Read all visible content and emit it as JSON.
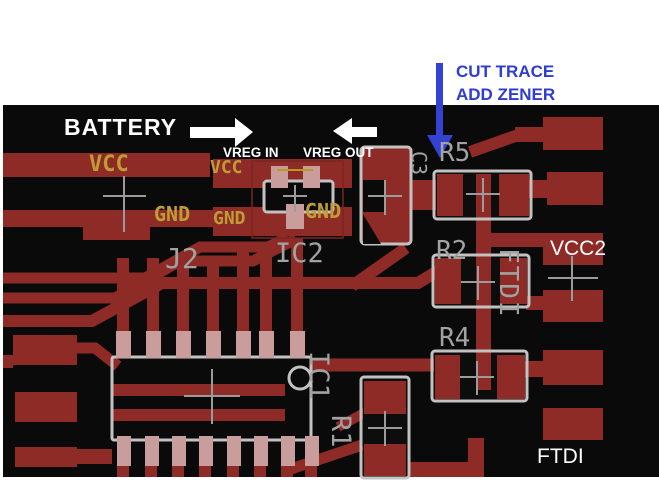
{
  "annotations": {
    "battery": "BATTERY",
    "vreg_in": "VREG IN",
    "vreg_out": "VREG OUT",
    "cut_trace_line1": "CUT TRACE",
    "cut_trace_line2": "ADD ZENER",
    "vcc2": "VCC2",
    "ftdi": "FTDI"
  },
  "silkscreen": {
    "j2": "J2",
    "ic2": "IC2",
    "ic1": "IC1",
    "r1": "R1",
    "r2": "R2",
    "r4": "R4",
    "r5": "R5",
    "c3": "C3",
    "ftdi_vertical": "FTDI"
  },
  "copper_labels": {
    "vcc_main": "VCC",
    "vcc_small": "VCC",
    "gnd_left": "GND",
    "gnd_mid": "GND",
    "gnd_right": "GND"
  },
  "colors": {
    "copper": "#8e2b27",
    "pad_tinned": "#c89d9b",
    "board_black": "#0a0a0a",
    "silkscreen_gray": "#a2a2a2",
    "component_outline": "#c4c2c1",
    "copper_text_yellow": "#bf9c35",
    "annotation_blue": "#2e3cd1",
    "annotation_white": "#ffffff",
    "airwire_yellow": "#b89a20"
  }
}
